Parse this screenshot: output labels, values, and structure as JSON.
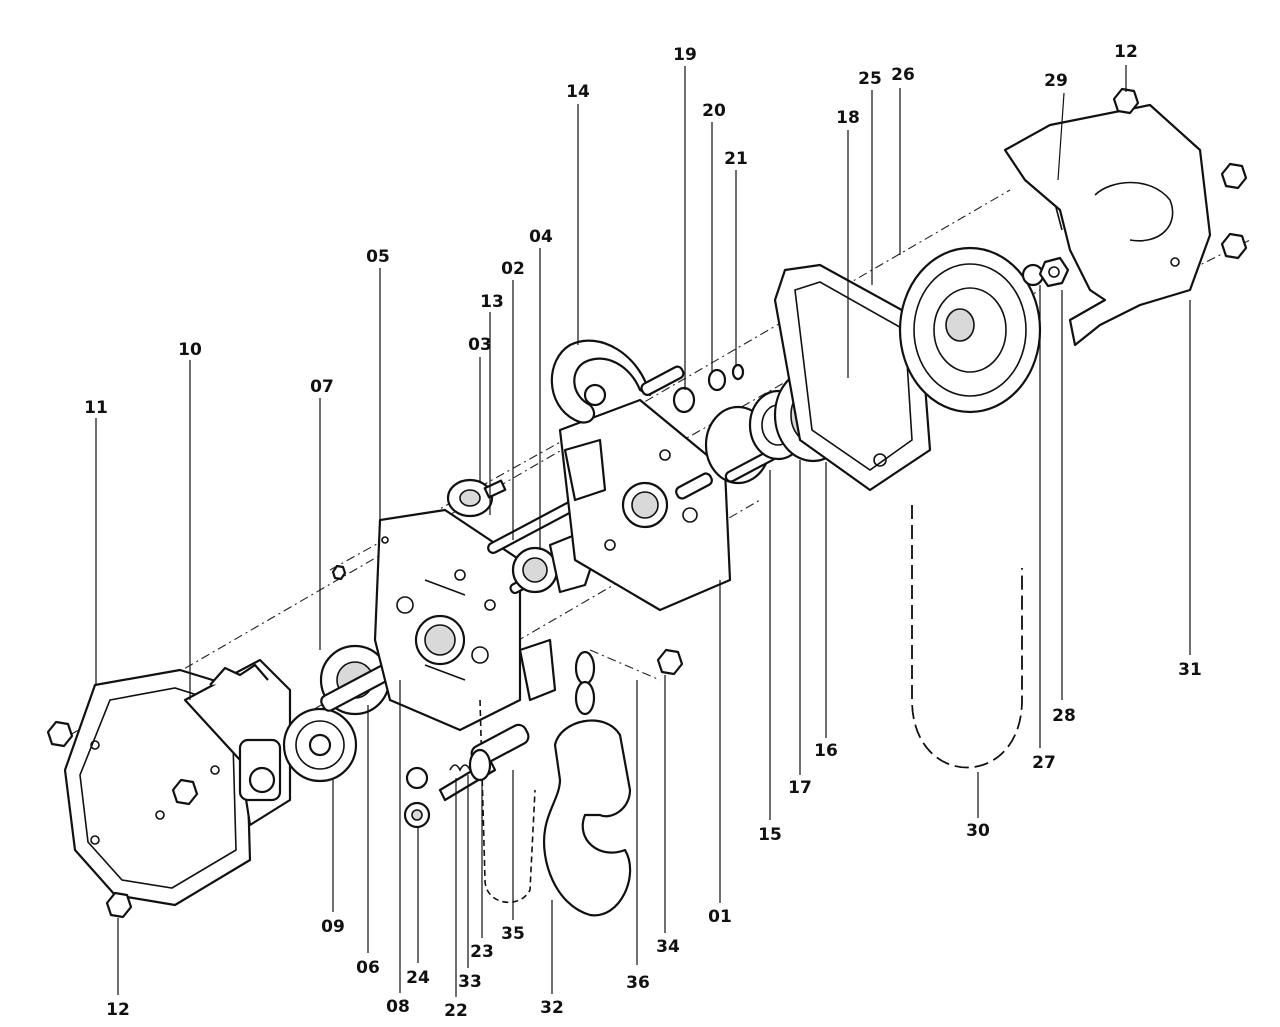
{
  "callouts": [
    {
      "id": "p11",
      "label": "11"
    },
    {
      "id": "p10",
      "label": "10"
    },
    {
      "id": "p07",
      "label": "07"
    },
    {
      "id": "p05",
      "label": "05"
    },
    {
      "id": "p03",
      "label": "03"
    },
    {
      "id": "p13",
      "label": "13"
    },
    {
      "id": "p02",
      "label": "02"
    },
    {
      "id": "p04",
      "label": "04"
    },
    {
      "id": "p14",
      "label": "14"
    },
    {
      "id": "p19",
      "label": "19"
    },
    {
      "id": "p20",
      "label": "20"
    },
    {
      "id": "p21",
      "label": "21"
    },
    {
      "id": "p18",
      "label": "18"
    },
    {
      "id": "p25",
      "label": "25"
    },
    {
      "id": "p26",
      "label": "26"
    },
    {
      "id": "p29",
      "label": "29"
    },
    {
      "id": "p12a",
      "label": "12"
    },
    {
      "id": "p31",
      "label": "31"
    },
    {
      "id": "p28",
      "label": "28"
    },
    {
      "id": "p27",
      "label": "27"
    },
    {
      "id": "p30",
      "label": "30"
    },
    {
      "id": "p16",
      "label": "16"
    },
    {
      "id": "p17",
      "label": "17"
    },
    {
      "id": "p15",
      "label": "15"
    },
    {
      "id": "p01",
      "label": "01"
    },
    {
      "id": "p34",
      "label": "34"
    },
    {
      "id": "p36",
      "label": "36"
    },
    {
      "id": "p32",
      "label": "32"
    },
    {
      "id": "p35",
      "label": "35"
    },
    {
      "id": "p23",
      "label": "23"
    },
    {
      "id": "p33",
      "label": "33"
    },
    {
      "id": "p22",
      "label": "22"
    },
    {
      "id": "p24",
      "label": "24"
    },
    {
      "id": "p08",
      "label": "08"
    },
    {
      "id": "p06",
      "label": "06"
    },
    {
      "id": "p09",
      "label": "09"
    },
    {
      "id": "p12b",
      "label": "12"
    }
  ]
}
